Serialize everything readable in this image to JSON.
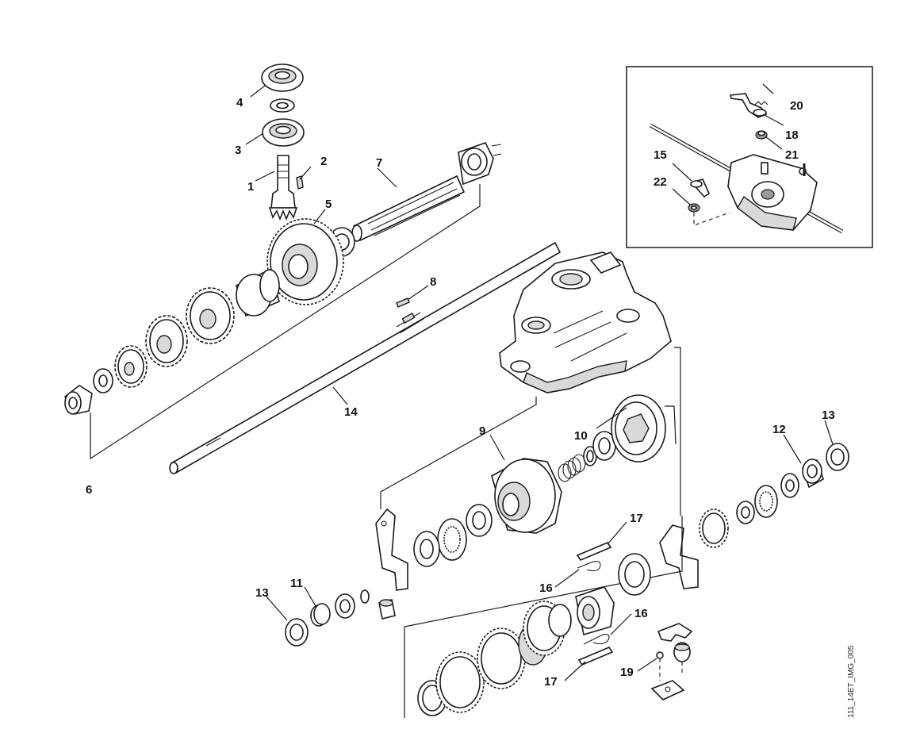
{
  "diagram": {
    "image_id": "111_14ET_IMG_005",
    "callouts": [
      {
        "id": "c1",
        "label": "1"
      },
      {
        "id": "c2",
        "label": "2"
      },
      {
        "id": "c3",
        "label": "3"
      },
      {
        "id": "c4",
        "label": "4"
      },
      {
        "id": "c5",
        "label": "5"
      },
      {
        "id": "c6",
        "label": "6"
      },
      {
        "id": "c7",
        "label": "7"
      },
      {
        "id": "c8",
        "label": "8"
      },
      {
        "id": "c9",
        "label": "9"
      },
      {
        "id": "c10",
        "label": "10"
      },
      {
        "id": "c11",
        "label": "11"
      },
      {
        "id": "c12",
        "label": "12"
      },
      {
        "id": "c13a",
        "label": "13"
      },
      {
        "id": "c13b",
        "label": "13"
      },
      {
        "id": "c14",
        "label": "14"
      },
      {
        "id": "c15",
        "label": "15"
      },
      {
        "id": "c16a",
        "label": "16"
      },
      {
        "id": "c16b",
        "label": "16"
      },
      {
        "id": "c17a",
        "label": "17"
      },
      {
        "id": "c17b",
        "label": "17"
      },
      {
        "id": "c18",
        "label": "18"
      },
      {
        "id": "c19",
        "label": "19"
      },
      {
        "id": "c20",
        "label": "20"
      },
      {
        "id": "c21",
        "label": "21"
      },
      {
        "id": "c22",
        "label": "22"
      }
    ]
  }
}
